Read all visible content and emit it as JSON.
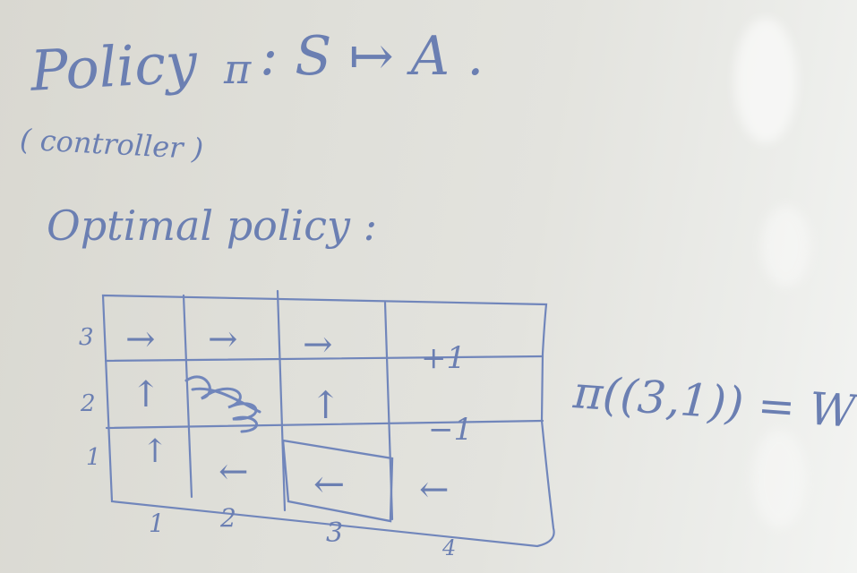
{
  "board": {
    "title_line": {
      "word": "Policy",
      "symbol": "π",
      "mapping": ": S ↦ A ."
    },
    "subtitle": "( controller )",
    "optimal_label": "Optimal policy :",
    "grid": {
      "row_labels": [
        "3",
        "2",
        "1"
      ],
      "col_labels": [
        "1",
        "2",
        "3",
        "4"
      ],
      "cells": [
        [
          "→",
          "→",
          "→",
          "+1"
        ],
        [
          "↑",
          "",
          "↑",
          "−1"
        ],
        [
          "↑",
          "←",
          "←",
          "←"
        ]
      ],
      "highlight_cell": {
        "row": 1,
        "col": 3
      }
    },
    "equation": "π((3,1)) = W"
  }
}
